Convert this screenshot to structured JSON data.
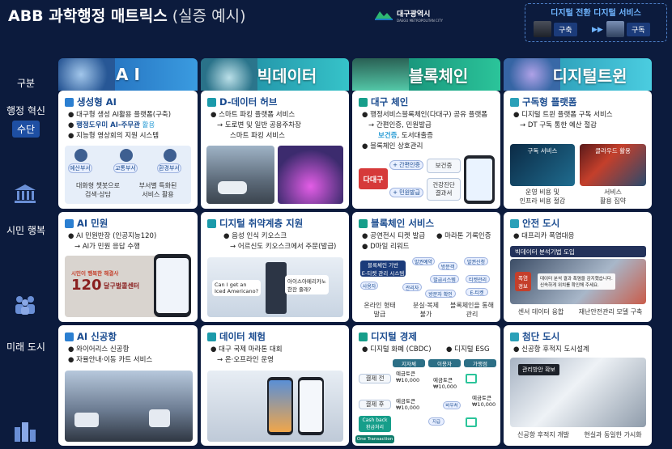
{
  "header": {
    "title_main": "ABB 과학행정 매트릭스",
    "title_sub": "(실증 예시)"
  },
  "logo": {
    "korean": "대구광역시",
    "english": "DAEGU METROPOLITAN CITY"
  },
  "dt_service": {
    "title": "디지털 전환 디지털 서비스",
    "from": "구축",
    "to": "구독"
  },
  "rows": {
    "gubun": "구분",
    "admin_line1": "행정 혁신",
    "admin_line2": "수단",
    "citizen": "시민 행복",
    "future": "미래 도시"
  },
  "columns": {
    "ai": "A I",
    "bigdata": "빅데이터",
    "blockchain": "블록체인",
    "digitaltwin": "디지털트윈"
  },
  "ai_admin": {
    "title": "생성형 AI",
    "b1": "대구형 생성 AI활용 플랫폼(구축)",
    "b2": "행정도우미 AI-주무관",
    "b2_tag": "활용",
    "b3": "지능형 영상회의 지원 시스템",
    "chips": [
      "예산부서",
      "교통부서",
      "환경부서"
    ],
    "cap1": "대화형 챗봇으로\n검색·상담",
    "cap2": "부서별 특화된\n서비스 활용"
  },
  "bd_admin": {
    "title": "D-데이터 허브",
    "b1": "스마트 파킹 플랫폼 서비스",
    "b2": "→ 도로변 및 일반 공용주차장",
    "b3": "스마트 파킹 서비스"
  },
  "bc_admin": {
    "title": "대구 체인",
    "b1": "행정서비스블록체인(다대구) 공유 플랫폼",
    "b2": "→ 간편인증, 민원발급",
    "b3": "보건증",
    "b3b": ", 도서대출증",
    "b4": "블록체인 상호관리",
    "logo": "다대구",
    "tag1": "+ 간편인증",
    "tag2": "+ 민원발급",
    "card1": "보건증",
    "card2": "건강진단\n결과서"
  },
  "dt_admin": {
    "title": "구독형 플랫폼",
    "b1": "디지털 트윈 플랫폼 구독 서비스",
    "b2": "→ DT 구독 통한 예산 절감",
    "img1_label": "구독 서비스",
    "img2_label": "클라우드 활용",
    "cap1": "운영 비용 및\n인프라 비용 절감",
    "cap2": "서비스\n활용 집약"
  },
  "ai_citizen": {
    "title": "AI 민원",
    "b1": "AI 민원반장 (인공지능120)",
    "b2": "→ AI가 민원 응답 수행",
    "sign1": "시민이 행복한 해결사",
    "sign2": "120",
    "sign3": "달구벌콜센터"
  },
  "bd_citizen": {
    "title": "디지털 취약계층 지원",
    "b1": "음성 인식 키오스크",
    "b2": "→ 어르신도 키오스크에서 주문(발급)",
    "bubble1": "Can I get an\nIced Americano?",
    "bubble2": "아이스아메리카노\n한잔 줄래?"
  },
  "bc_citizen": {
    "title": "블록체인 서비스",
    "b1": "공연전시 티켓 발급",
    "b2": "마라톤 기록인증",
    "b3": "D마일 리워드",
    "sys": "블록체인 기반\nE-티켓 관리 시스템",
    "nodes": [
      "발권예약",
      "방문객",
      "발권신청",
      "발급시스템",
      "티켓관리",
      "관리자",
      "E-티켓",
      "사용자",
      "방문자 확인"
    ],
    "cap1": "온라인 형태\n발급",
    "cap2": "분실·복제\n불가",
    "cap3": "블록체인을 통해\n관리"
  },
  "dt_citizen": {
    "title": "안전 도시",
    "b1": "대프리카 폭염대응",
    "banner": "빅데이터 분석기법 도입",
    "alert_tag": "폭염\n경보",
    "alert_text": "데이터 분석 결과 폭염을 감지했습니다.\n신속하게 위치를 확인해 주세요.",
    "cap1": "센서 데이터 융합",
    "cap2": "재난안전관리 모델 구축"
  },
  "ai_future": {
    "title": "AI 신공항",
    "b1": "와이어리스 신공항",
    "b2": "자율안내·이동 카트 서비스"
  },
  "bd_future": {
    "title": "데이터 체험",
    "b1": "대구 국제 마라톤 대회",
    "b2": "→ 온·오프라인 운영"
  },
  "bc_future": {
    "title": "디지털 경제",
    "b1": "디지털 화폐 (CBDC)",
    "b2": "디지털 ESG",
    "head": [
      "지자체",
      "이용자",
      "가맹점"
    ],
    "pay_before": "결제 전",
    "pay_after": "결제 후",
    "cashback": "Cash back\n환급처리",
    "one_tx": "One Transaction",
    "deposit": "예금토큰",
    "amt": "₩10,000",
    "pay": "바우처",
    "tx": "지급"
  },
  "dt_future": {
    "title": "첨단 도시",
    "b1": "신공항 후적지 도시설계",
    "tag": "관리방안 확보",
    "cap1": "신공항 후적지 개발",
    "cap2": "현실과 동일한 가시화"
  },
  "colors": {
    "ai": "#2b7fd1",
    "bigdata": "#1b9aaa",
    "blockchain": "#169e8a",
    "digitaltwin": "#2aa0b8",
    "navy": "#0c1b3d",
    "accent": "#1a4b8f"
  }
}
